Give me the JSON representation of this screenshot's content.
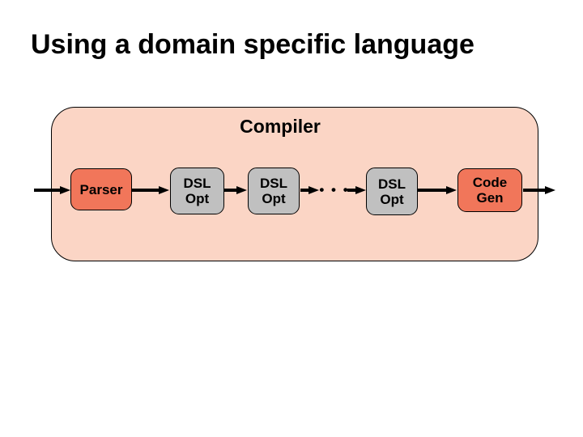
{
  "slide": {
    "title": "Using a domain specific language"
  },
  "diagram": {
    "container_label": "Compiler",
    "nodes": [
      {
        "id": "parser",
        "label": "Parser",
        "type": "stage"
      },
      {
        "id": "dsl-opt-1",
        "label": "DSL\nOpt",
        "type": "pass"
      },
      {
        "id": "dsl-opt-2",
        "label": "DSL\nOpt",
        "type": "pass"
      },
      {
        "id": "dsl-opt-3",
        "label": "DSL\nOpt",
        "type": "pass"
      },
      {
        "id": "code-gen",
        "label": "Code\nGen",
        "type": "stage"
      }
    ],
    "ellipsis": "• • •",
    "colors": {
      "container_fill": "#FBD5C5",
      "stage_fill": "#F1765A",
      "pass_fill": "#C0C0C0",
      "border": "#000000",
      "text": "#000000",
      "background": "#FFFFFF"
    }
  }
}
